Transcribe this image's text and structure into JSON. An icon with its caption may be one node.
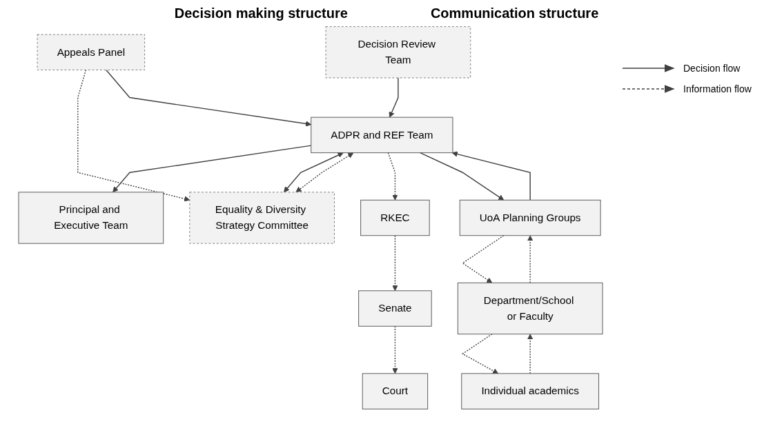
{
  "diagram": {
    "nodes": [
      {
        "text": [
          "Principal and Executive Team"
        ]
      },
      {
        "text": [
          "Senate"
        ]
      },
      {
        "text": [
          "Court"
        ]
      },
      {
        "text": [
          "Equality & Diversity Strategy Committee"
        ]
      },
      {
        "text": [
          "Appeals Panel"
        ]
      },
      {
        "text": [
          "ADPR and REF Team"
        ]
      },
      {
        "text": [
          "RKEC"
        ]
      },
      {
        "text": [
          "Decision Review Team"
        ]
      },
      {
        "text": [
          "UoA Planning Groups"
        ]
      },
      {
        "text": [
          "Department/School or Faculty"
        ]
      },
      {
        "text": [
          "Individual academics"
        ]
      }
    ],
    "edges": [
      {
        "from": 5,
        "to": 0,
        "arrow": "to"
      },
      {
        "from": 5,
        "to": 3,
        "arrow": "both"
      },
      {
        "from": 5,
        "to": 3,
        "arrow": "both",
        "style": "dashed"
      },
      {
        "from": 4,
        "to": 3,
        "arrow": "to",
        "style": "dashed"
      },
      {
        "from": 4,
        "to": 5,
        "arrow": "to"
      },
      {
        "from": 7,
        "to": 5,
        "arrow": "to"
      },
      {
        "from": 5,
        "to": 6,
        "arrow": "to",
        "style": "dashed"
      },
      {
        "from": 6,
        "to": 1,
        "arrow": "to",
        "style": "dashed"
      },
      {
        "from": 1,
        "to": 2,
        "arrow": "to",
        "style": "dashed"
      },
      {
        "from": 5,
        "to": 8,
        "arrow": "to"
      },
      {
        "from": 8,
        "to": 5,
        "arrow": "to"
      },
      {
        "from": 8,
        "to": 9,
        "arrow": "to",
        "style": "dashed"
      },
      {
        "from": 9,
        "to": 8,
        "arrow": "to",
        "style": "dashed"
      },
      {
        "from": 9,
        "to": 10,
        "arrow": "to",
        "style": "dashed"
      },
      {
        "from": 10,
        "to": 9,
        "arrow": "to",
        "style": "dashed"
      }
    ],
    "labels": [
      "Decision making structure",
      "Communication structure"
    ],
    "legend": [
      {
        "text": "Decision flow"
      },
      {
        "text": "Information flow"
      }
    ]
  }
}
